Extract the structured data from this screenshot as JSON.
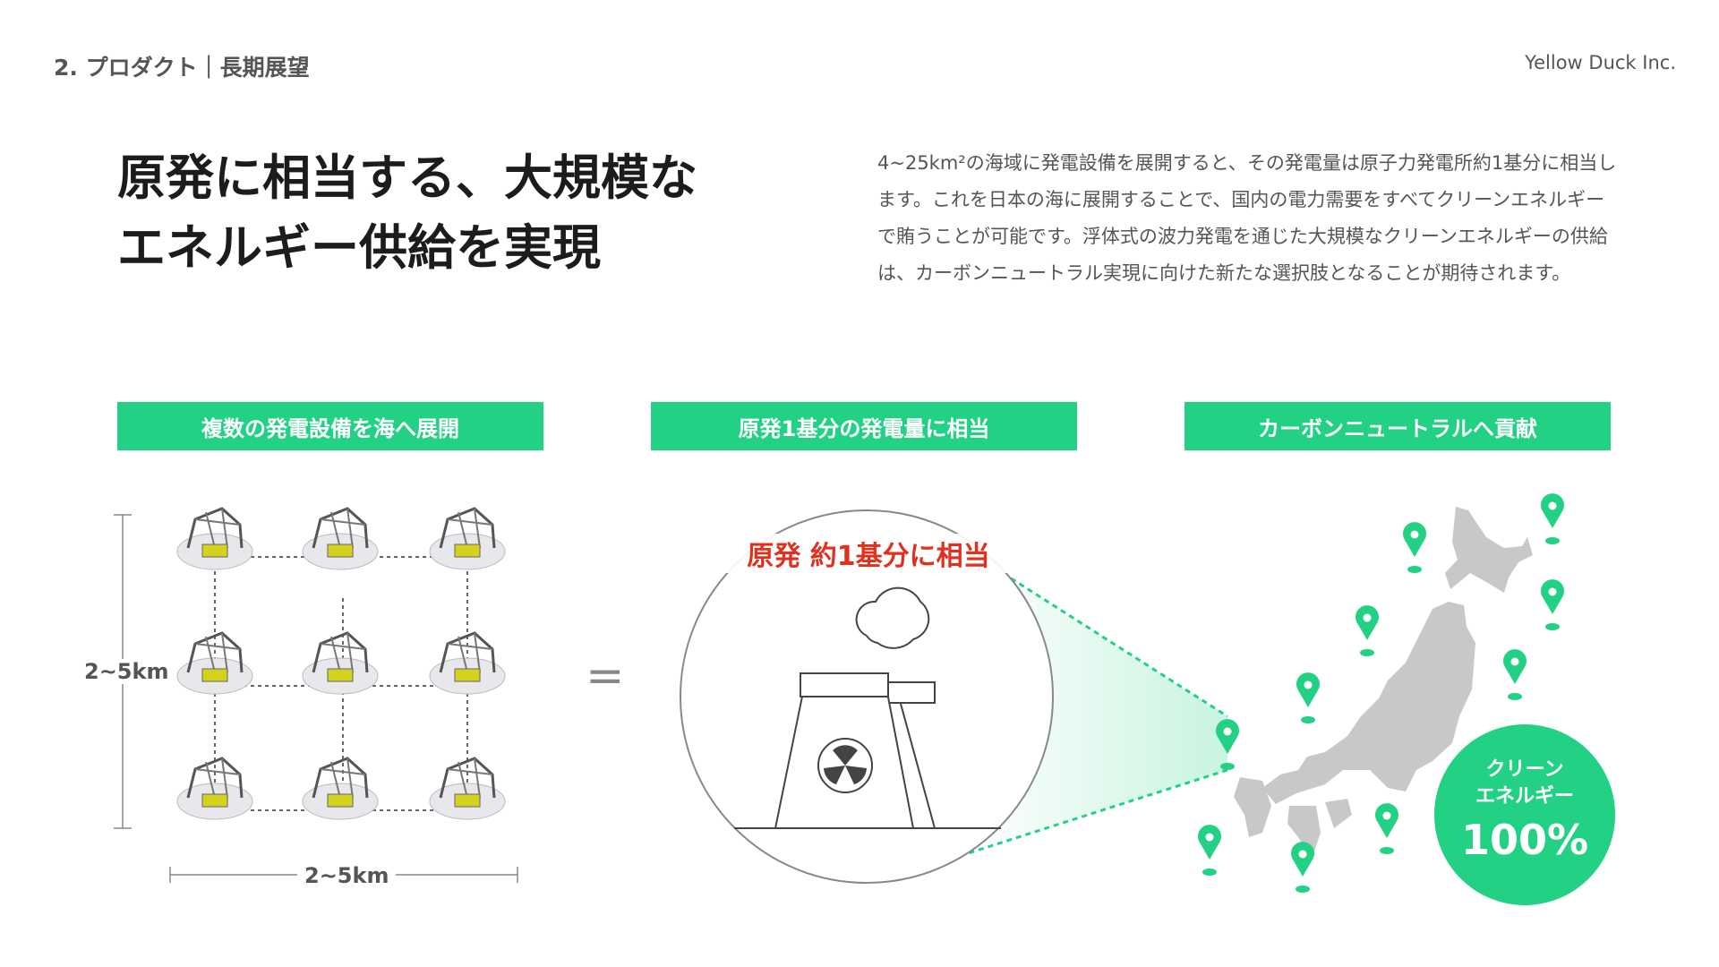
{
  "header": {
    "section": "2. プロダクト｜長期展望",
    "brand": "Yellow Duck Inc."
  },
  "title": {
    "line1": "原発に相当する、大規模な",
    "line2": "エネルギー供給を実現"
  },
  "description": "4~25km²の海域に発電設備を展開すると、その発電量は原子力発電所約1基分に相当します。これを日本の海に展開することで、国内の電力需要をすべてクリーンエネルギーで賄うことが可能です。浮体式の波力発電を通じた大規模なクリーンエネルギーの供給は、カーボンニュートラル実現に向けた新たな選択肢となることが期待されます。",
  "columns": [
    {
      "heading": "複数の発電設備を海へ展開",
      "dim_vertical": "2~5km",
      "dim_horizontal": "2~5km"
    },
    {
      "heading": "原発1基分の発電量に相当",
      "callout": "原発 約1基分に相当",
      "equals": "="
    },
    {
      "heading": "カーボンニュートラルへ貢献",
      "badge_line1": "クリーン",
      "badge_line2": "エネルギー",
      "badge_value": "100%"
    }
  ],
  "colors": {
    "accent": "#22d184",
    "alert": "#e0311e",
    "map": "#c8c8c8"
  }
}
